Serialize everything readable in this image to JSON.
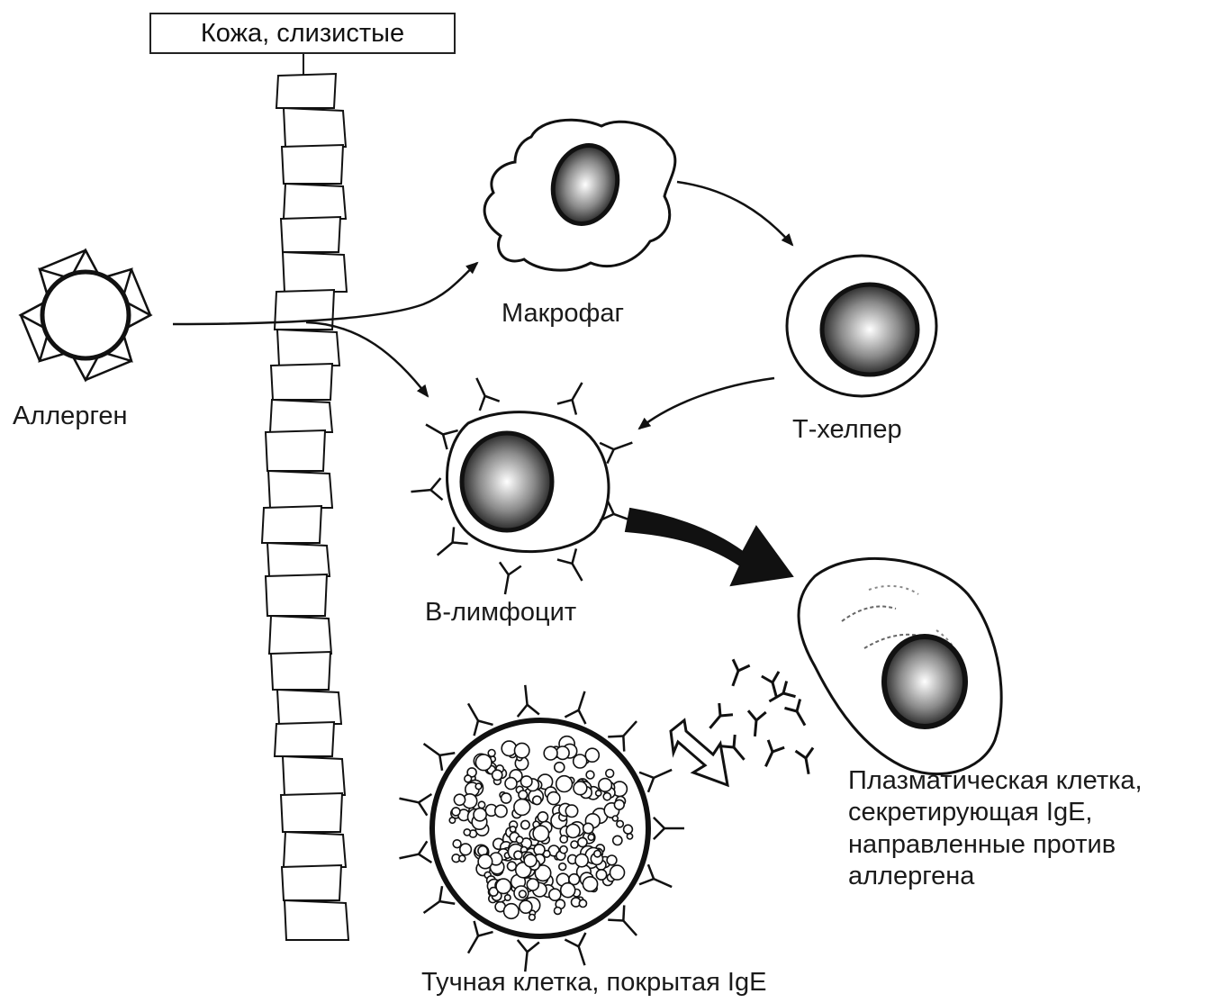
{
  "labels": {
    "skin": "Кожа, слизистые",
    "allergen": "Аллерген",
    "macrophage": "Макрофаг",
    "t_helper": "Т-хелпер",
    "b_lymphocyte": "В-лимфоцит",
    "plasma_cell": [
      "Плазматическая клетка,",
      "секретирующая IgE,",
      "направленные против",
      "аллергена"
    ],
    "mast_cell": "Тучная клетка, покрытая IgE"
  },
  "colors": {
    "ink": "#111111",
    "background": "#ffffff"
  },
  "icons": {
    "antibody": "y-shaped-antibody-icon",
    "arrow": "arrow-icon"
  }
}
